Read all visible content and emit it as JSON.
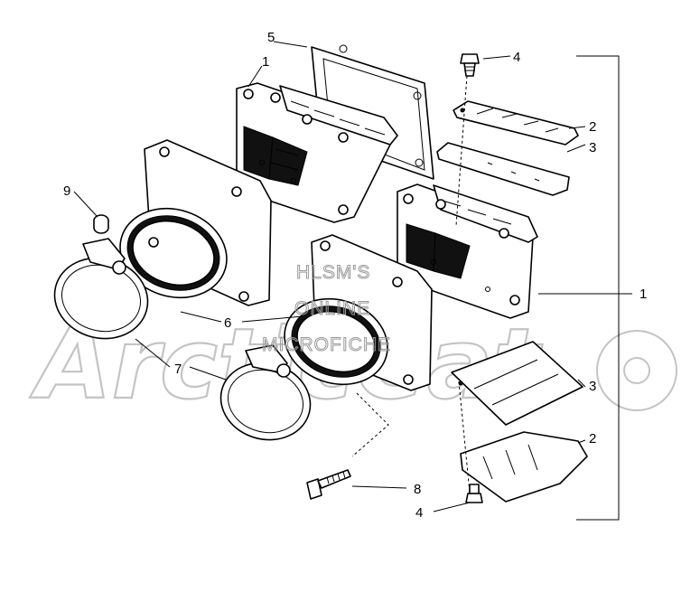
{
  "callouts": {
    "c1_top": "1",
    "c1_right": "1",
    "c2_top": "2",
    "c2_bottom": "2",
    "c3_top": "3",
    "c3_bottom": "3",
    "c4_top": "4",
    "c4_bottom": "4",
    "c5": "5",
    "c6": "6",
    "c7": "7",
    "c8": "8",
    "c9": "9"
  },
  "watermark": {
    "line1": "HLSM'S",
    "line2": "ONLINE",
    "line3": "MICROFICHE",
    "logo": "ArcticCat"
  }
}
